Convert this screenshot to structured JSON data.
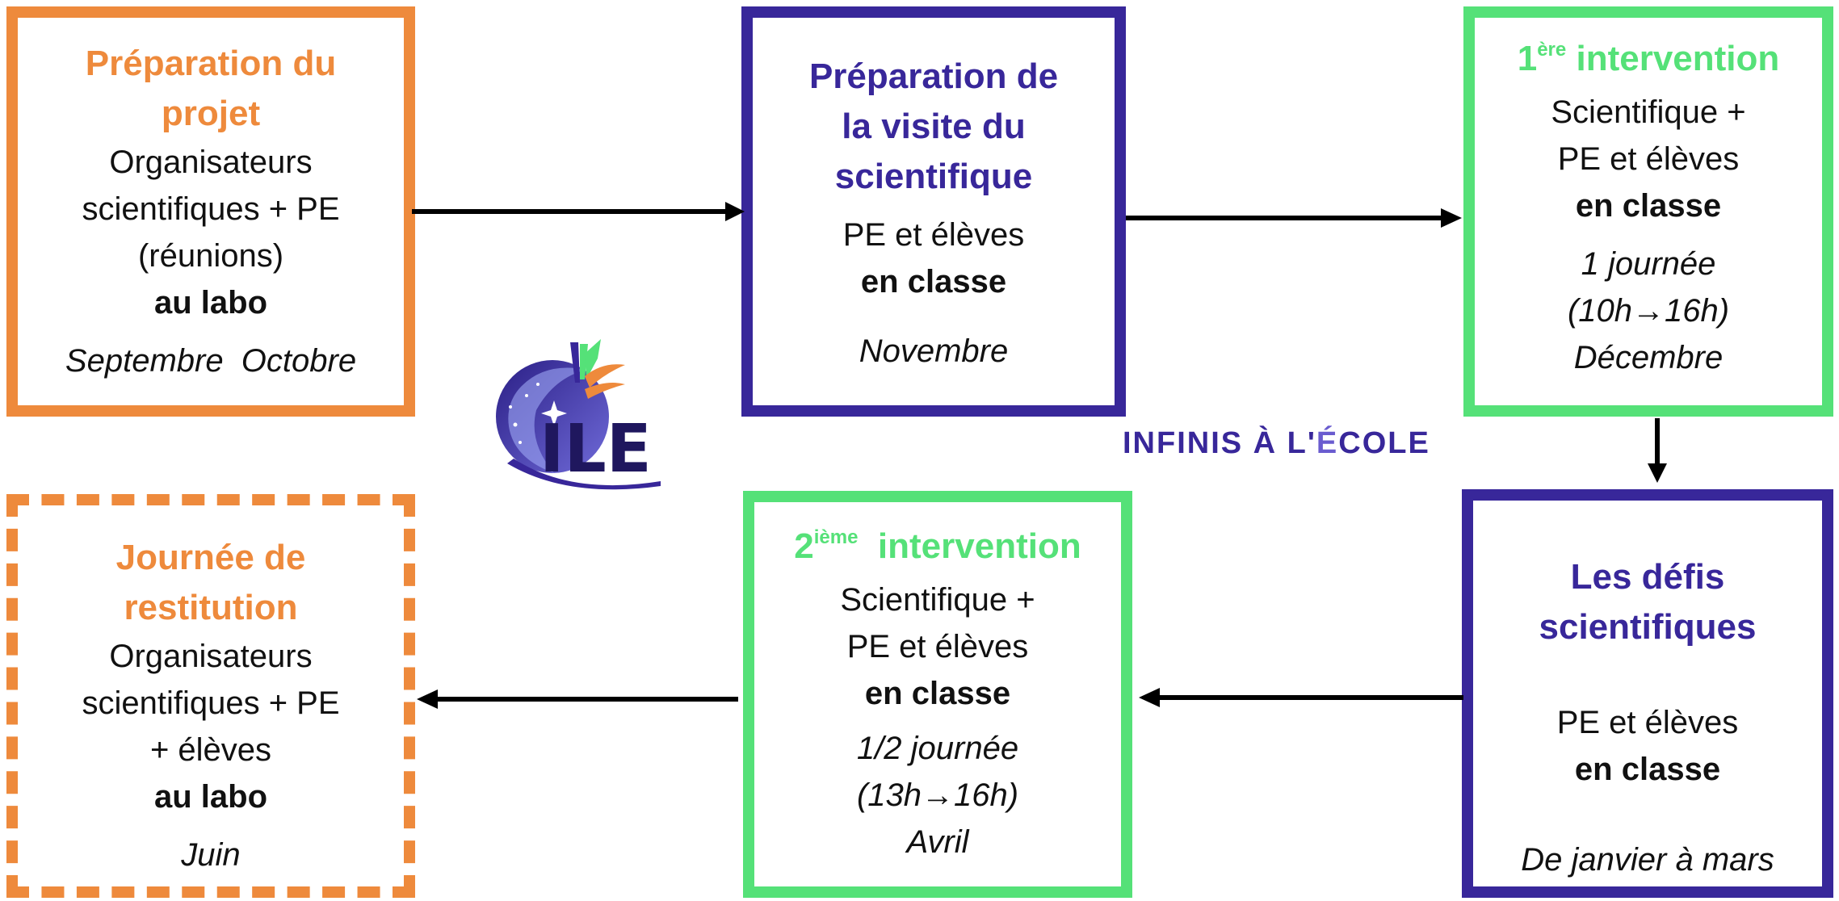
{
  "boxes": {
    "prep_projet": {
      "title1": "Préparation du",
      "title2": "projet",
      "line1": "Organisateurs",
      "line2": "scientifiques + PE",
      "line3": "(réunions)",
      "place": "au labo",
      "period": "Septembre  Octobre"
    },
    "prep_visite": {
      "title1": "Préparation de",
      "title2": "la visite du",
      "title3": "scientifique",
      "line1": "PE et élèves",
      "place": "en classe",
      "period": "Novembre"
    },
    "intervention1": {
      "title_num": "1",
      "title_sup": "ère",
      "title_rest": " intervention",
      "line1": "Scientifique +",
      "line2": "PE et élèves",
      "place": "en classe",
      "duration": "1 journée",
      "hours": "(10h→16h)",
      "period": "Décembre"
    },
    "defis": {
      "title1": "Les défis",
      "title2": "scientifiques",
      "line1": "PE et élèves",
      "place": "en classe",
      "period": "De janvier à mars"
    },
    "intervention2": {
      "title_num": "2",
      "title_sup": "ième",
      "title_rest": "  intervention",
      "line1": "Scientifique +",
      "line2": "PE et élèves",
      "place": "en classe",
      "duration": "1/2 journée",
      "hours": "(13h→16h)",
      "period": "Avril"
    },
    "restitution": {
      "title1": "Journée de",
      "title2": "restitution",
      "line1": "Organisateurs",
      "line2": "scientifiques + PE",
      "line3": "+ élèves",
      "place": "au labo",
      "period": "Juin"
    }
  },
  "brand": {
    "logo_text": "ILE",
    "name_a": "INFINIS À L'",
    "name_b": "É",
    "name_c": "COLE"
  },
  "colors": {
    "orange": "#ee8a3c",
    "purple": "#38279a",
    "green": "#55e178"
  }
}
